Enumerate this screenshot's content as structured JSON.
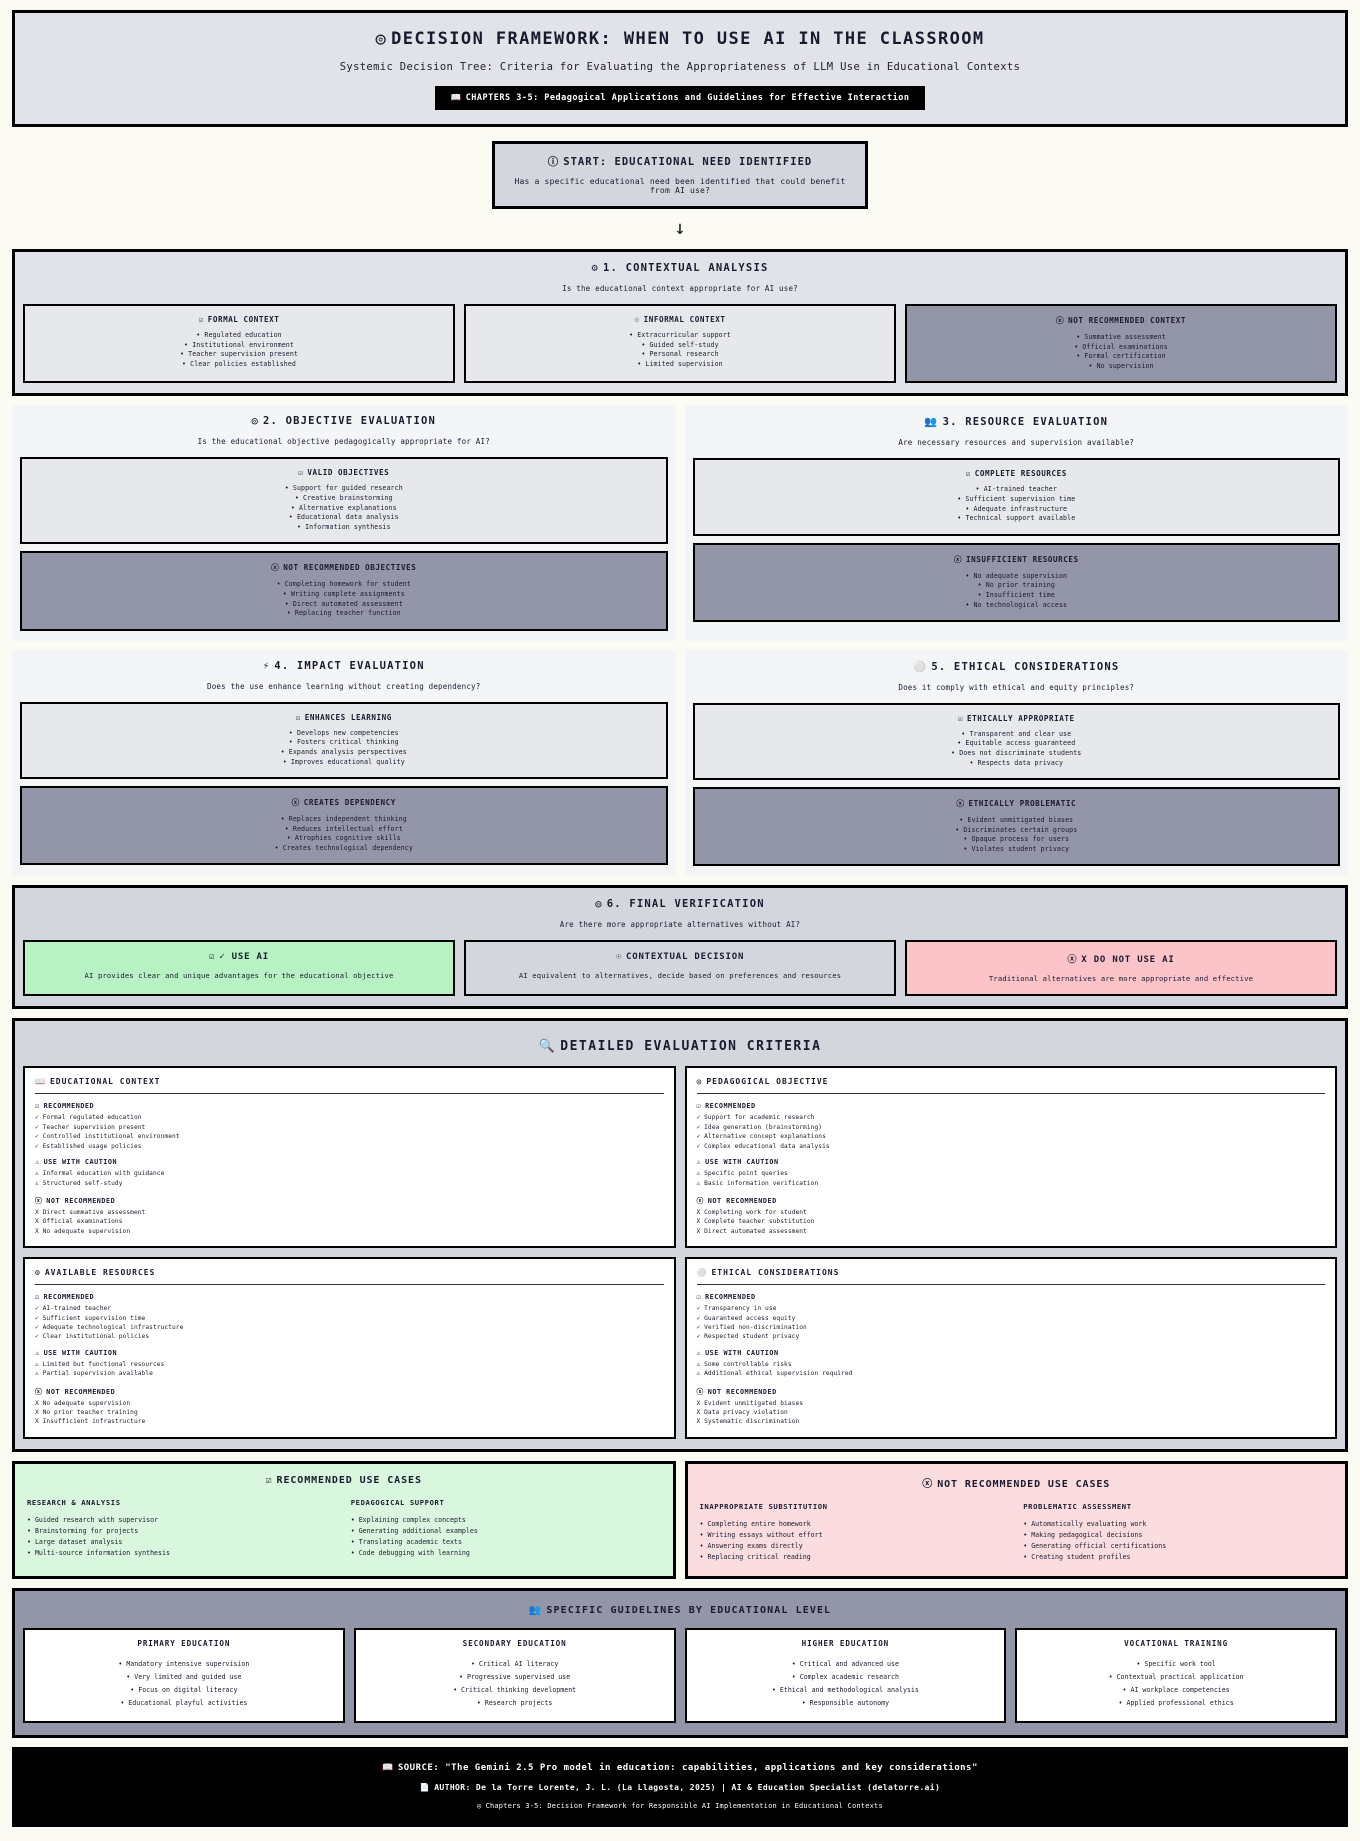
{
  "header": {
    "icon": "target-icon",
    "title": "DECISION FRAMEWORK: WHEN TO USE AI IN THE CLASSROOM",
    "subtitle": "Systemic Decision Tree: Criteria for Evaluating the Appropriateness of LLM Use in Educational Contexts",
    "chapter_icon": "book-icon",
    "chapter_badge": "CHAPTERS 3-5: Pedagogical Applications and Guidelines for Effective Interaction"
  },
  "start": {
    "icon": "info-circle-icon",
    "title": "START: EDUCATIONAL NEED IDENTIFIED",
    "question": "Has a specific educational need been identified that could benefit from AI use?",
    "arrow": "↓"
  },
  "stage1": {
    "icon": "gear-icon",
    "title": "1. CONTEXTUAL ANALYSIS",
    "question": "Is the educational context appropriate for AI use?",
    "branches": [
      {
        "icon": "check-circle-icon",
        "title": "FORMAL CONTEXT",
        "tone": "pos",
        "items": [
          "Regulated education",
          "Institutional environment",
          "Teacher supervision present",
          "Clear policies established"
        ]
      },
      {
        "icon": "question-circle-icon",
        "title": "INFORMAL CONTEXT",
        "tone": "pos",
        "items": [
          "Extracurricular support",
          "Guided self-study",
          "Personal research",
          "Limited supervision"
        ]
      },
      {
        "icon": "x-circle-icon",
        "title": "NOT RECOMMENDED CONTEXT",
        "tone": "neg",
        "items": [
          "Summative assessment",
          "Official examinations",
          "Formal certification",
          "No supervision"
        ]
      }
    ]
  },
  "stage2": {
    "icon": "target-icon",
    "title": "2. OBJECTIVE EVALUATION",
    "question": "Is the educational objective pedagogically appropriate for AI?",
    "branches": [
      {
        "icon": "check-circle-icon",
        "title": "VALID OBJECTIVES",
        "tone": "pos",
        "items": [
          "Support for guided research",
          "Creative brainstorming",
          "Alternative explanations",
          "Educational data analysis",
          "Information synthesis"
        ]
      },
      {
        "icon": "x-circle-icon",
        "title": "NOT RECOMMENDED OBJECTIVES",
        "tone": "neg",
        "items": [
          "Completing homework for student",
          "Writing complete assignments",
          "Direct automated assessment",
          "Replacing teacher function"
        ]
      }
    ]
  },
  "stage3": {
    "icon": "people-icon",
    "title": "3. RESOURCE EVALUATION",
    "question": "Are necessary resources and supervision available?",
    "branches": [
      {
        "icon": "check-circle-icon",
        "title": "COMPLETE RESOURCES",
        "tone": "pos",
        "items": [
          "AI-trained teacher",
          "Sufficient supervision time",
          "Adequate infrastructure",
          "Technical support available"
        ]
      },
      {
        "icon": "x-circle-icon",
        "title": "INSUFFICIENT RESOURCES",
        "tone": "neg",
        "items": [
          "No adequate supervision",
          "No prior training",
          "Insufficient time",
          "No technological access"
        ]
      }
    ]
  },
  "stage4": {
    "icon": "lightning-icon",
    "title": "4. IMPACT EVALUATION",
    "question": "Does the use enhance learning without creating dependency?",
    "branches": [
      {
        "icon": "check-circle-icon",
        "title": "ENHANCES LEARNING",
        "tone": "pos",
        "items": [
          "Develops new competencies",
          "Fosters critical thinking",
          "Expands analysis perspectives",
          "Improves educational quality"
        ]
      },
      {
        "icon": "x-circle-icon",
        "title": "CREATES DEPENDENCY",
        "tone": "neg",
        "items": [
          "Replaces independent thinking",
          "Reduces intellectual effort",
          "Atrophies cognitive skills",
          "Creates technological dependency"
        ]
      }
    ]
  },
  "stage5": {
    "icon": "shield-icon",
    "title": "5. ETHICAL CONSIDERATIONS",
    "question": "Does it comply with ethical and equity principles?",
    "branches": [
      {
        "icon": "check-circle-icon",
        "title": "ETHICALLY APPROPRIATE",
        "tone": "pos",
        "items": [
          "Transparent and clear use",
          "Equitable access guaranteed",
          "Does not discriminate students",
          "Respects data privacy"
        ]
      },
      {
        "icon": "x-circle-icon",
        "title": "ETHICALLY PROBLEMATIC",
        "tone": "neg",
        "items": [
          "Evident unmitigated biases",
          "Discriminates certain groups",
          "Opaque process for users",
          "Violates student privacy"
        ]
      }
    ]
  },
  "stage6": {
    "icon": "target-icon",
    "title": "6. FINAL VERIFICATION",
    "question": "Are there more appropriate alternatives without AI?",
    "outcomes": [
      {
        "icon": "check-circle-icon",
        "mark": "✓",
        "title": "USE AI",
        "tone": "yes",
        "desc": "AI provides clear and unique advantages for the educational objective"
      },
      {
        "icon": "question-circle-icon",
        "mark": "",
        "title": "CONTEXTUAL DECISION",
        "tone": "maybe",
        "desc": "AI equivalent to alternatives, decide based on preferences and resources"
      },
      {
        "icon": "x-circle-icon",
        "mark": "X",
        "title": "DO NOT USE AI",
        "tone": "no",
        "desc": "Traditional alternatives are more appropriate and effective"
      }
    ]
  },
  "criteria": {
    "icon": "search-icon",
    "title": "DETAILED EVALUATION CRITERIA",
    "group_labels": {
      "recommended": "RECOMMENDED",
      "caution": "USE WITH CAUTION",
      "not_recommended": "NOT RECOMMENDED"
    },
    "group_icons": {
      "recommended": "check-circle-icon",
      "caution": "warning-triangle-icon",
      "not_recommended": "x-circle-icon"
    },
    "marks": {
      "recommended": "✓",
      "caution": "⚠",
      "not_recommended": "X"
    },
    "cards": [
      {
        "icon": "book-open-icon",
        "title": "EDUCATIONAL CONTEXT",
        "recommended": [
          "Formal regulated education",
          "Teacher supervision present",
          "Controlled institutional environment",
          "Established usage policies"
        ],
        "caution": [
          "Informal education with guidance",
          "Structured self-study"
        ],
        "not_recommended": [
          "Direct summative assessment",
          "Official examinations",
          "No adequate supervision"
        ]
      },
      {
        "icon": "target-icon",
        "title": "PEDAGOGICAL OBJECTIVE",
        "recommended": [
          "Support for academic research",
          "Idea generation (brainstorming)",
          "Alternative concept explanations",
          "Complex educational data analysis"
        ],
        "caution": [
          "Specific point queries",
          "Basic information verification"
        ],
        "not_recommended": [
          "Completing work for student",
          "Complete teacher substitution",
          "Direct automated assessment"
        ]
      },
      {
        "icon": "gear-icon",
        "title": "AVAILABLE RESOURCES",
        "recommended": [
          "AI-trained teacher",
          "Sufficient supervision time",
          "Adequate technological infrastructure",
          "Clear institutional policies"
        ],
        "caution": [
          "Limited but functional resources",
          "Partial supervision available"
        ],
        "not_recommended": [
          "No adequate supervision",
          "No prior teacher training",
          "Insufficient infrastructure"
        ]
      },
      {
        "icon": "shield-icon",
        "title": "ETHICAL CONSIDERATIONS",
        "recommended": [
          "Transparency in use",
          "Guaranteed access equity",
          "Verified non-discrimination",
          "Respected student privacy"
        ],
        "caution": [
          "Some controllable risks",
          "Additional ethical supervision required"
        ],
        "not_recommended": [
          "Evident unmitigated biases",
          "Data privacy violation",
          "Systematic discrimination"
        ]
      }
    ]
  },
  "use_cases": {
    "recommended": {
      "icon": "check-circle-icon",
      "title": "RECOMMENDED USE CASES",
      "columns": [
        {
          "heading": "RESEARCH & ANALYSIS",
          "items": [
            "Guided research with supervisor",
            "Brainstorming for projects",
            "Large dataset analysis",
            "Multi-source information synthesis"
          ]
        },
        {
          "heading": "PEDAGOGICAL SUPPORT",
          "items": [
            "Explaining complex concepts",
            "Generating additional examples",
            "Translating academic texts",
            "Code debugging with learning"
          ]
        }
      ]
    },
    "not_recommended": {
      "icon": "x-circle-icon",
      "title": "NOT RECOMMENDED USE CASES",
      "columns": [
        {
          "heading": "INAPPROPRIATE SUBSTITUTION",
          "items": [
            "Completing entire homework",
            "Writing essays without effort",
            "Answering exams directly",
            "Replacing critical reading"
          ]
        },
        {
          "heading": "PROBLEMATIC ASSESSMENT",
          "items": [
            "Automatically evaluating work",
            "Making pedagogical decisions",
            "Generating official certifications",
            "Creating student profiles"
          ]
        }
      ]
    }
  },
  "levels": {
    "icon": "people-icon",
    "title": "SPECIFIC GUIDELINES BY EDUCATIONAL LEVEL",
    "cards": [
      {
        "title": "PRIMARY EDUCATION",
        "items": [
          "Mandatory intensive supervision",
          "Very limited and guided use",
          "Focus on digital literacy",
          "Educational playful activities"
        ]
      },
      {
        "title": "SECONDARY EDUCATION",
        "items": [
          "Critical AI literacy",
          "Progressive supervised use",
          "Critical thinking development",
          "Research projects"
        ]
      },
      {
        "title": "HIGHER EDUCATION",
        "items": [
          "Critical and advanced use",
          "Complex academic research",
          "Ethical and methodological analysis",
          "Responsible autonomy"
        ]
      },
      {
        "title": "VOCATIONAL TRAINING",
        "items": [
          "Specific work tool",
          "Contextual practical application",
          "AI workplace competencies",
          "Applied professional ethics"
        ]
      }
    ]
  },
  "footer": {
    "source_icon": "book-icon",
    "source_label": "SOURCE:",
    "source_text": "\"The Gemini 2.5 Pro model in education: capabilities, applications and key considerations\"",
    "author_icon": "document-icon",
    "author_label": "AUTHOR:",
    "author_text": "De la Torre Lorente, J. L. (La Llagosta, 2025) | AI & Education Specialist (delatorre.ai)",
    "note_icon": "target-icon",
    "note_text": "Chapters 3-5: Decision Framework for Responsible AI Implementation in Educational Contexts"
  }
}
